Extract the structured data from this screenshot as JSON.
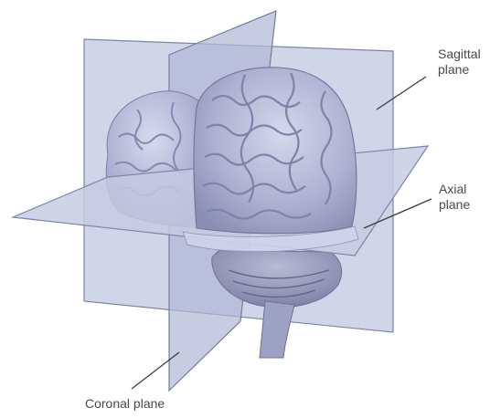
{
  "diagram": {
    "labels": {
      "sagittal": {
        "line1": "Sagittal",
        "line2": "plane"
      },
      "axial": {
        "line1": "Axial",
        "line2": "plane"
      },
      "coronal": {
        "line1": "Coronal plane"
      }
    },
    "colors": {
      "plane_fill": "#b9c1dc",
      "plane_edge": "#7b84a6",
      "brain_fill": "#b3b6d6",
      "brain_shadow": "#8f93b8",
      "brain_highlight": "#d6d8ec",
      "leader_line": "#3d3d3d",
      "label_text": "#4a4a4a",
      "background": "#ffffff"
    }
  }
}
